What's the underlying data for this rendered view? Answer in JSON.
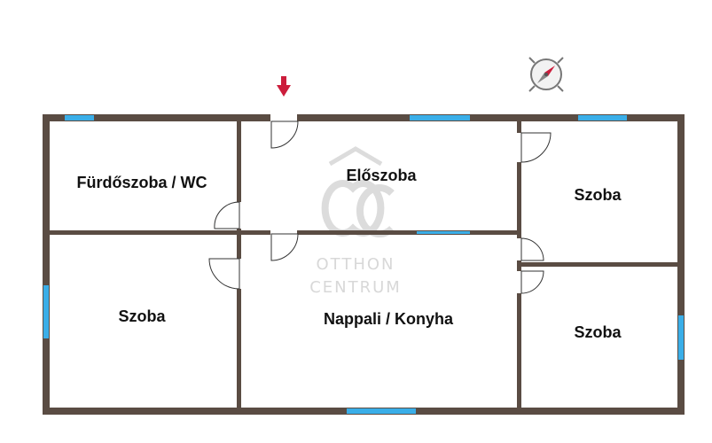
{
  "rooms": [
    {
      "id": "furdoszoba",
      "label": "Fürdőszoba / WC"
    },
    {
      "id": "eloszoba",
      "label": "Előszoba"
    },
    {
      "id": "szoba-ne",
      "label": "Szoba"
    },
    {
      "id": "szoba-w",
      "label": "Szoba"
    },
    {
      "id": "nappali",
      "label": "Nappali / Konyha"
    },
    {
      "id": "szoba-se",
      "label": "Szoba"
    }
  ],
  "watermark": {
    "monogram": "OC",
    "line1": "OTTHON",
    "line2": "CENTRUM"
  },
  "icons": {
    "entrance": "entrance-arrow-icon",
    "compass": "compass-icon"
  },
  "colors": {
    "wall": "#5a4c43",
    "window": "#3aaee8",
    "door": "#333333",
    "entrance_arrow": "#cc1d3c",
    "watermark": "#d6d6d6"
  }
}
